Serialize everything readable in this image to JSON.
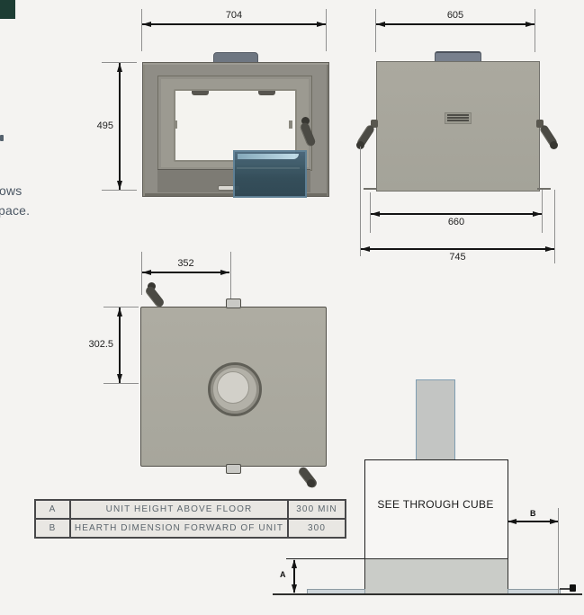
{
  "page_text": {
    "fragment_line1": "ows",
    "fragment_line2": "pace."
  },
  "dims": {
    "front_width": "704",
    "front_height": "495",
    "rear_top_width": "605",
    "rear_base_width": "660",
    "rear_overall_width": "745",
    "top_width": "352",
    "top_depth": "302.5"
  },
  "clearance_table": {
    "rows": [
      {
        "ref": "A",
        "description": "UNIT HEIGHT ABOVE FLOOR",
        "value": "300 MIN"
      },
      {
        "ref": "B",
        "description": "HEARTH DIMENSION FORWARD OF UNIT",
        "value": "300"
      }
    ]
  },
  "cube_diagram": {
    "title": "SEE THROUGH CUBE",
    "dim_a": "A",
    "dim_b": "B"
  },
  "colors": {
    "background": "#f4f3f1",
    "stove_body": "#a8a79d",
    "overlay_blue": "#3a5765",
    "corner_swatch": "#1d3d34"
  }
}
